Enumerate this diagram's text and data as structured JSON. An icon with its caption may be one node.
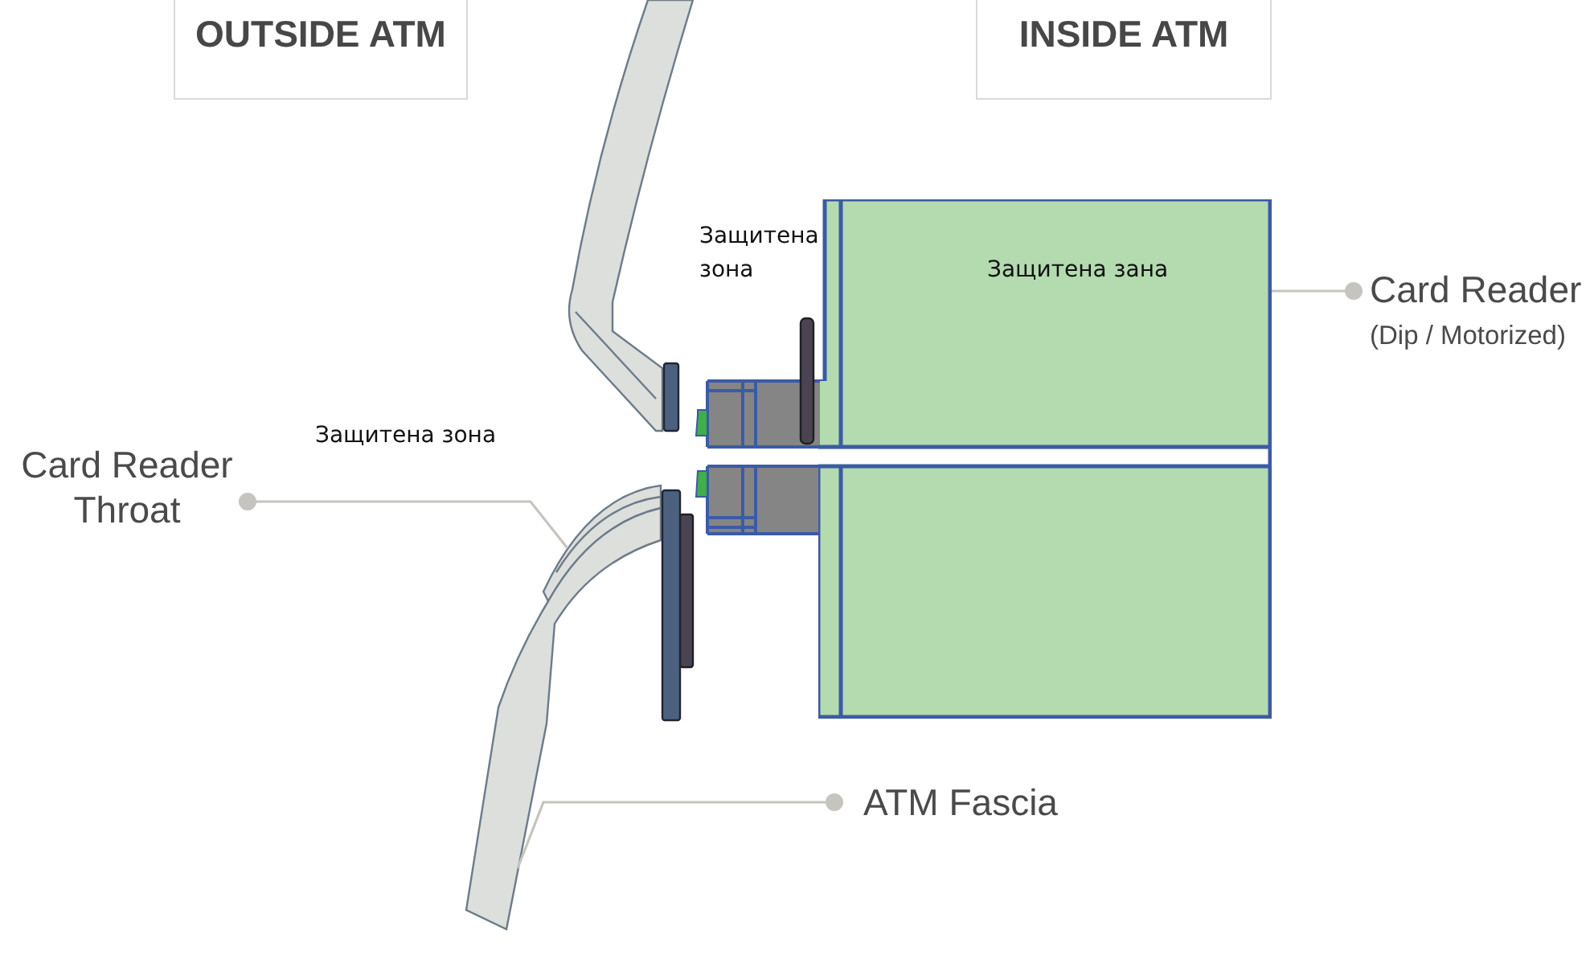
{
  "diagram": {
    "nodes": [
      {
        "text": [
          "OUTSIDE ATM"
        ]
      },
      {
        "text": [
          "INSIDE ATM"
        ]
      },
      {
        "text": [
          "Защитена зана"
        ]
      },
      {
        "text": [
          "Card Reader",
          "(Dip / Motorized)"
        ]
      },
      {
        "text": [
          "Card Reader Throat"
        ]
      },
      {
        "text": [],
        "shape": "picture"
      },
      {
        "text": [
          "ATM Fascia"
        ]
      },
      {
        "text": [],
        "shape": "picture"
      }
    ],
    "edges": [
      {
        "from": 3,
        "to": 2,
        "arrow": "other"
      },
      {
        "from": 4,
        "to": 5,
        "arrow": "other"
      },
      {
        "from": 6,
        "to": 7,
        "arrow": "other"
      }
    ],
    "labels": [
      "Защитена зона",
      "Защитена зона"
    ]
  }
}
